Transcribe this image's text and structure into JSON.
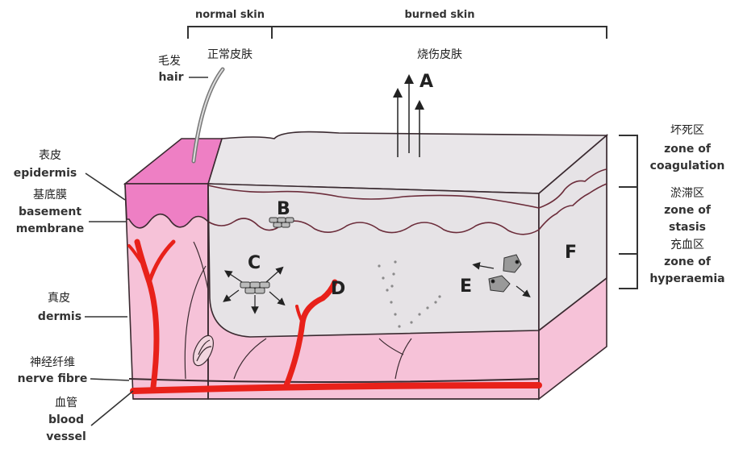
{
  "header": {
    "normal_skin_en": "normal skin",
    "burned_skin_en": "burned skin",
    "normal_skin_zh": "正常皮肤",
    "burned_skin_zh": "烧伤皮肤"
  },
  "left_labels": {
    "hair_zh": "毛发",
    "hair_en": "hair",
    "epidermis_zh": "表皮",
    "epidermis_en": "epidermis",
    "basement_zh": "基底膜",
    "basement_en1": "basement",
    "basement_en2": "membrane",
    "dermis_zh": "真皮",
    "dermis_en": "dermis",
    "nerve_zh": "神经纤维",
    "nerve_en": "nerve fibre",
    "vessel_zh": "血管",
    "vessel_en1": "blood",
    "vessel_en2": "vessel"
  },
  "right_labels": {
    "coag_zh": "坏死区",
    "coag_en1": "zone of",
    "coag_en2": "coagulation",
    "stasis_zh": "淤滞区",
    "stasis_en1": "zone of",
    "stasis_en2": "stasis",
    "hyper_zh": "充血区",
    "hyper_en1": "zone of",
    "hyper_en2": "hyperaemia"
  },
  "markers": {
    "a": "A",
    "b": "B",
    "c": "C",
    "d": "D",
    "e": "E",
    "f": "F"
  },
  "colors": {
    "epidermis": "#ee7fc4",
    "dermis": "#f6c2d8",
    "burn": "#e6e3e6",
    "vessel": "#e8211a",
    "outline": "#3a2a30"
  }
}
